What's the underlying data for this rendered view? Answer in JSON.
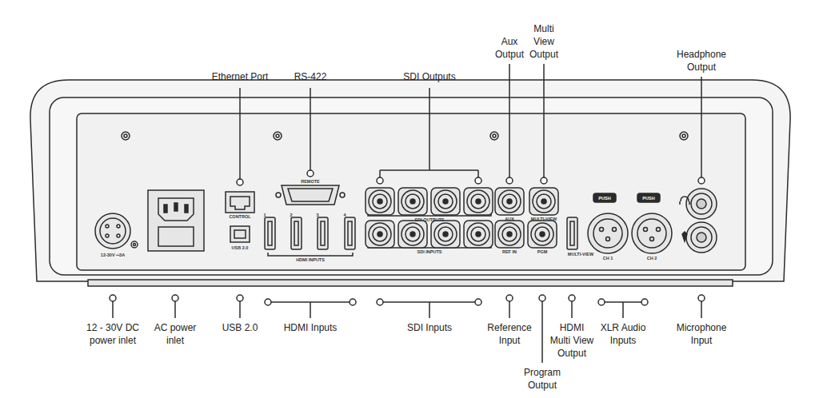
{
  "diagram": {
    "labels": [
      "Ethernet Port",
      "RS-422",
      "SDI Outputs",
      "Aux Output",
      "Multi View Output",
      "Headphone Output",
      "CONTROL",
      "REMOTE",
      "USB 2.0",
      "1",
      "2",
      "3",
      "4",
      "HDMI INPUTS",
      "SDI OUTPUTS",
      "SDI INPUTS",
      "AUX",
      "MULTI-VIEW",
      "REF IN",
      "PGM",
      "MULTI-VIEW",
      "PUSH",
      "PUSH",
      "CH 1",
      "CH 2",
      "12-30V ⎓3A",
      "12 - 30V DC power inlet",
      "AC power inlet",
      "USB 2.0",
      "HDMI Inputs",
      "SDI Inputs",
      "Reference Input",
      "Program Output",
      "HDMI Multi View Output",
      "XLR Audio Inputs",
      "Microphone Input"
    ]
  }
}
